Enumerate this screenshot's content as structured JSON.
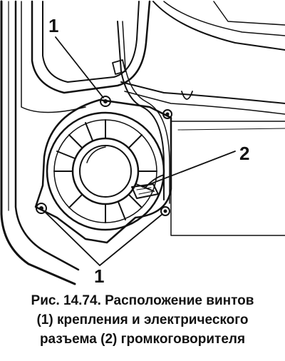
{
  "figure": {
    "callouts": {
      "top_label": "1",
      "right_label": "2",
      "bottom_label": "1"
    }
  },
  "caption": {
    "line1": "Рис. 14.74. Расположение винтов",
    "line2": "(1) крепления и электрического",
    "line3": "разъема (2) громкоговорителя"
  }
}
